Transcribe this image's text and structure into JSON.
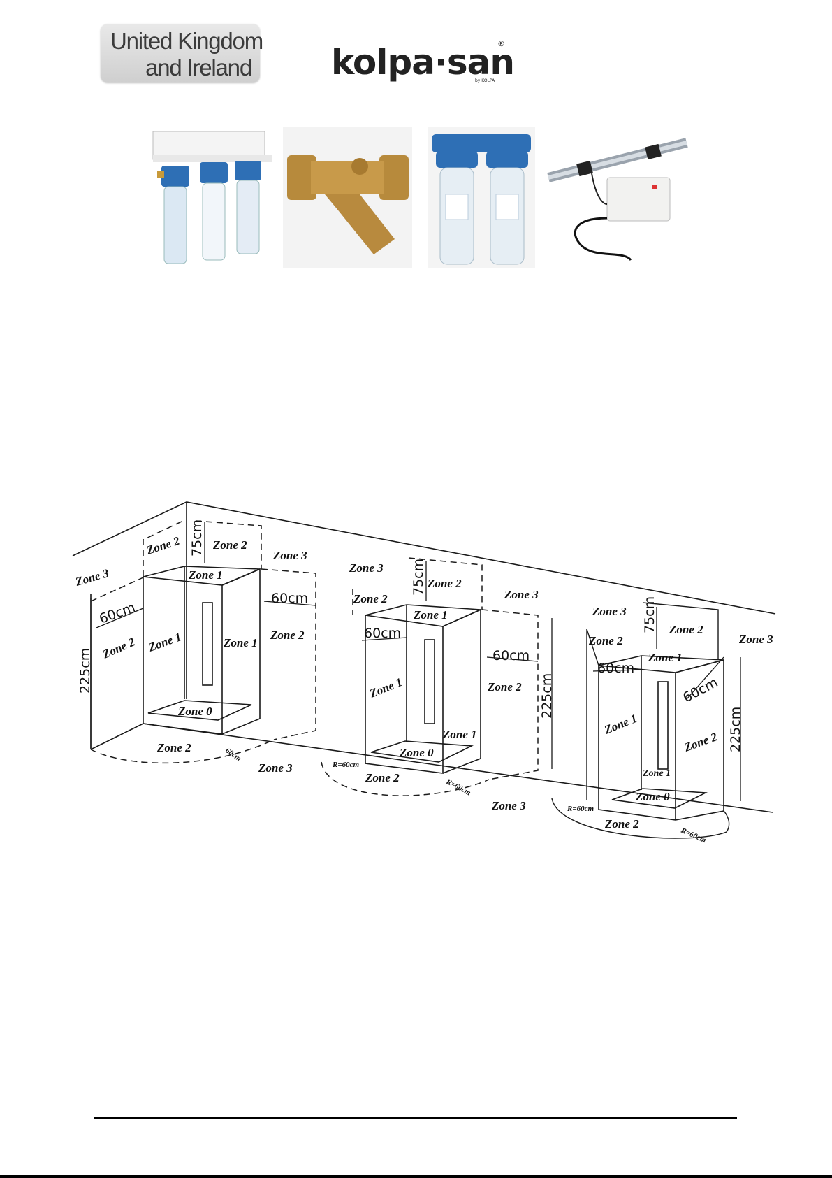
{
  "header": {
    "region_badge_line1": "United Kingdom",
    "region_badge_line2": "and Ireland",
    "brand_logo": "kolpa·san",
    "brand_reg": "®",
    "brand_by": "by KOLPA"
  },
  "products": [
    {
      "name": "triple-filter-housing"
    },
    {
      "name": "brass-y-strainer"
    },
    {
      "name": "double-filter-housing"
    },
    {
      "name": "electronic-descaler"
    }
  ],
  "diagram": {
    "zone0": "Zone 0",
    "zone1": "Zone 1",
    "zone2": "Zone 2",
    "zone3": "Zone 3",
    "d225": "225cm",
    "d75": "75cm",
    "d60": "60cm",
    "r60": "R=60cm"
  },
  "colors": {
    "line": "#1a1a1a",
    "badge": "#d6d6d6"
  }
}
